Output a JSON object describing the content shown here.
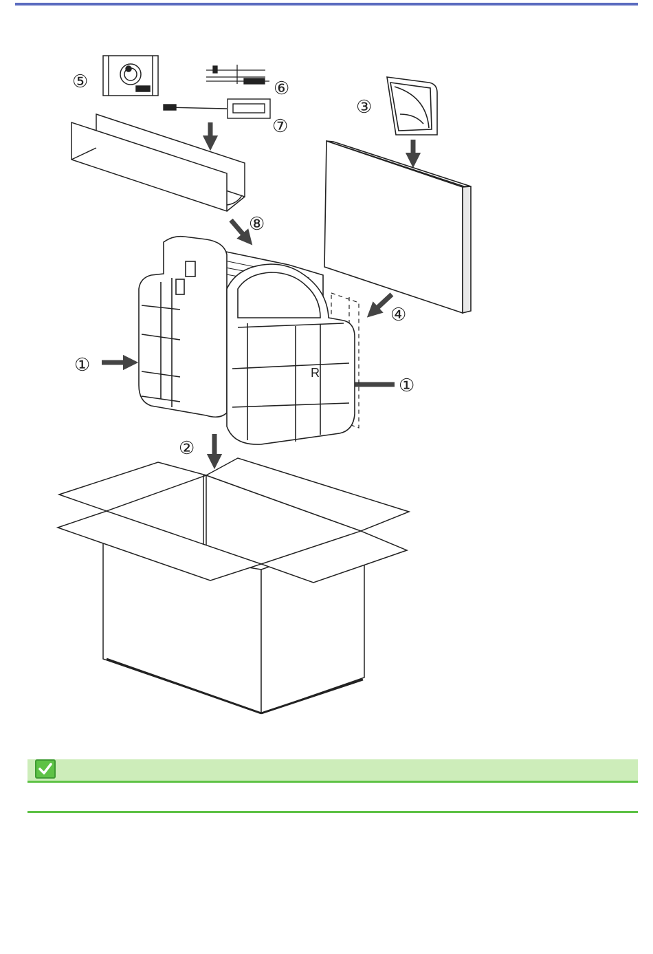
{
  "figure": {
    "callouts": [
      {
        "id": "printer-side-left",
        "label": "①"
      },
      {
        "id": "printer-side-right",
        "label": "①"
      },
      {
        "id": "carton",
        "label": "②"
      },
      {
        "id": "documents",
        "label": "③"
      },
      {
        "id": "cardboard-sheet",
        "label": "④"
      },
      {
        "id": "disc",
        "label": "⑤"
      },
      {
        "id": "power-cord",
        "label": "⑥"
      },
      {
        "id": "ac-adapter",
        "label": "⑦"
      },
      {
        "id": "accessory-tray",
        "label": "⑧"
      }
    ]
  },
  "colors": {
    "rule": "#5a6bbf",
    "note_bg": "#cdedba",
    "note_line": "#5ec246"
  },
  "note": {
    "icon": "checkmark-icon"
  }
}
